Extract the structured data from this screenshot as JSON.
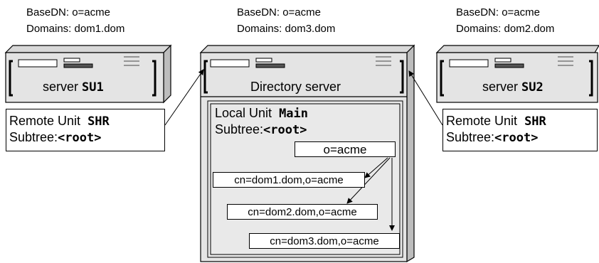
{
  "left": {
    "basedn": "BaseDN: o=acme",
    "domains": "Domains: dom1.dom",
    "server_prefix": "server ",
    "server_name": "SU1",
    "unit_line1": "Remote Unit",
    "unit_name": "SHR",
    "subtree_label": "Subtree:",
    "subtree_value": "<root>"
  },
  "center": {
    "basedn": "BaseDN: o=acme",
    "domains": "Domains: dom3.dom",
    "server_label": "Directory server",
    "unit_line1": "Local Unit",
    "unit_name": "Main",
    "subtree_label": "Subtree:",
    "subtree_value": "<root>",
    "entries": {
      "root": "o=acme",
      "dom1": "cn=dom1.dom,o=acme",
      "dom2": "cn=dom2.dom,o=acme",
      "dom3": "cn=dom3.dom,o=acme"
    }
  },
  "right": {
    "basedn": "BaseDN: o=acme",
    "domains": "Domains: dom2.dom",
    "server_prefix": "server ",
    "server_name": "SU2",
    "unit_line1": "Remote Unit",
    "unit_name": "SHR",
    "subtree_label": "Subtree:",
    "subtree_value": "<root>"
  }
}
